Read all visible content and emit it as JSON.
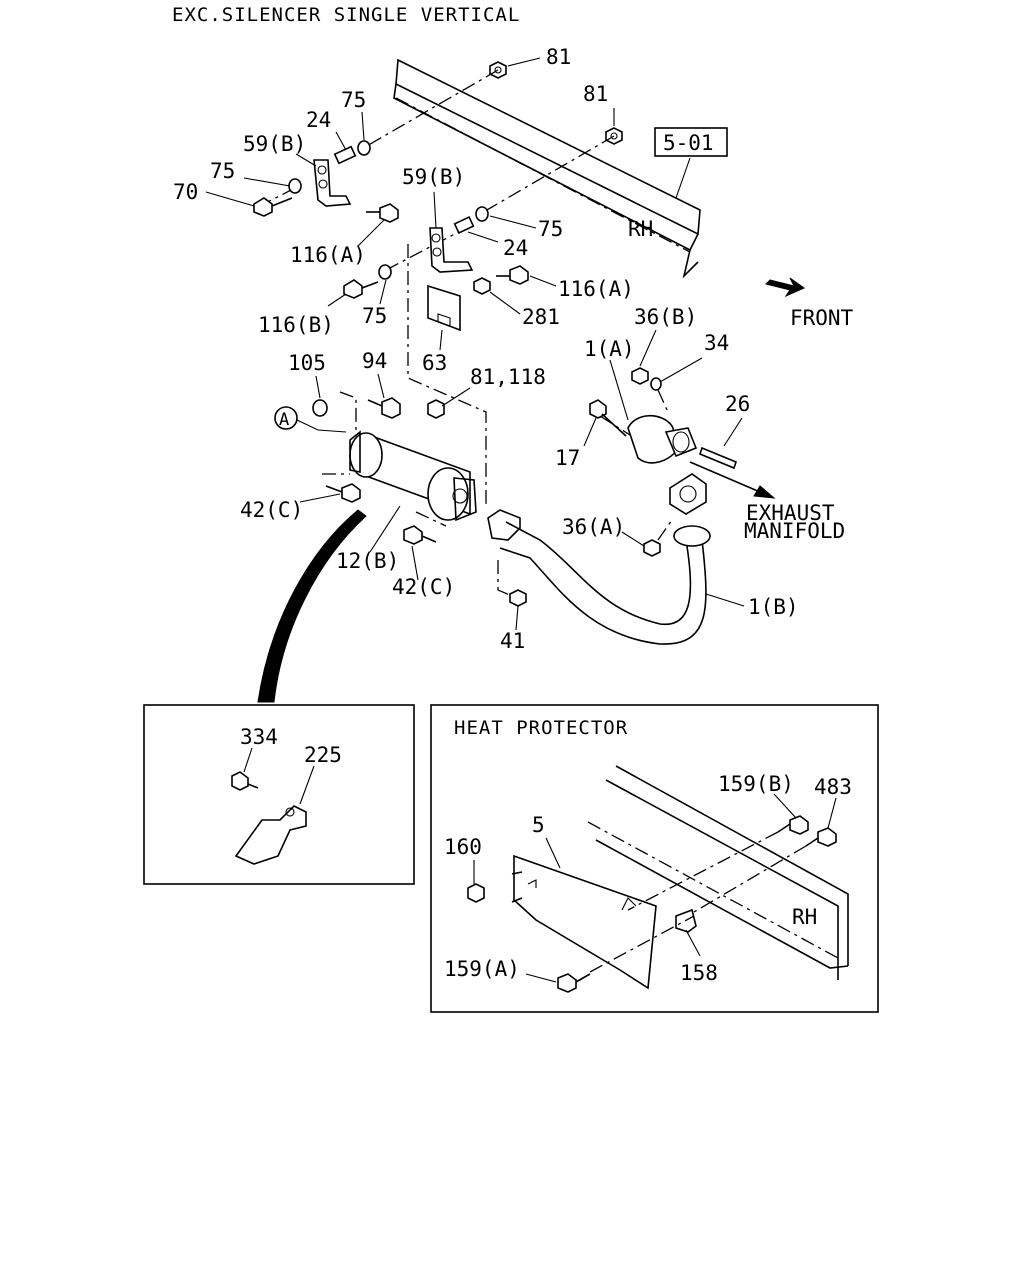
{
  "title": "EXC.SILENCER SINGLE VERTICAL",
  "ref_box": "5-01",
  "frame_label": "RH",
  "front_label": "FRONT",
  "exhaust_label_line1": "EXHAUST",
  "exhaust_label_line2": "MANIFOLD",
  "circle_ref": "A",
  "callouts": {
    "c81a": "81",
    "c81b": "81",
    "c75a": "75",
    "c24a": "24",
    "c59b1": "59(B)",
    "c75b": "75",
    "c70": "70",
    "c59b2": "59(B)",
    "c75c": "75",
    "c24b": "24",
    "c116a1": "116(A)",
    "c116a2": "116(A)",
    "c116b": "116(B)",
    "c75d": "75",
    "c281": "281",
    "c63": "63",
    "c105": "105",
    "c94": "94",
    "c81118": "81,118",
    "c1a": "1(A)",
    "c36b": "36(B)",
    "c34": "34",
    "c26": "26",
    "c17": "17",
    "c42c1": "42(C)",
    "c36a": "36(A)",
    "c12b": "12(B)",
    "c42c2": "42(C)",
    "c1b": "1(B)",
    "c41": "41"
  },
  "inset_left": {
    "c334": "334",
    "c225": "225"
  },
  "inset_right": {
    "title": "HEAT PROTECTOR",
    "c159b": "159(B)",
    "c483": "483",
    "c160": "160",
    "c5": "5",
    "rh": "RH",
    "c159a": "159(A)",
    "c158": "158"
  }
}
